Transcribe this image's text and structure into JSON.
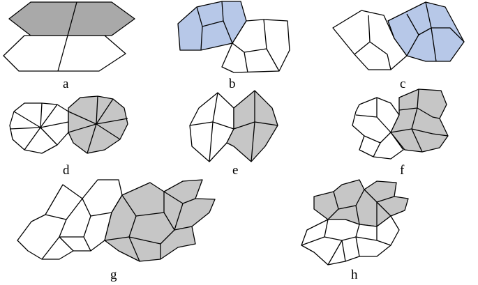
{
  "colors": {
    "white": "#ffffff",
    "gray": "#c6c6c6",
    "darkgray": "#a9a9a9",
    "blue": "#b7c8e8",
    "stroke": "#000000"
  },
  "panels": [
    {
      "key": "a",
      "label": "a"
    },
    {
      "key": "b",
      "label": "b"
    },
    {
      "key": "c",
      "label": "c"
    },
    {
      "key": "d",
      "label": "d"
    },
    {
      "key": "e",
      "label": "e"
    },
    {
      "key": "f",
      "label": "f"
    },
    {
      "key": "g",
      "label": "g"
    },
    {
      "key": "h",
      "label": "h"
    }
  ]
}
